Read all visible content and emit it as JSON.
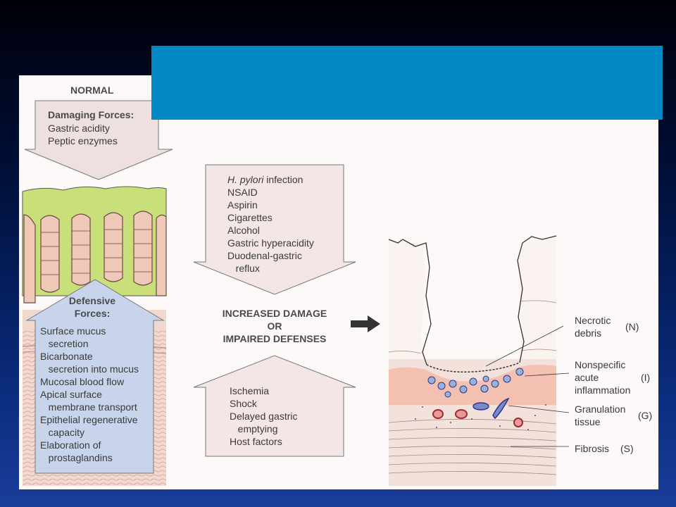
{
  "figure": {
    "normal_label": "NORMAL",
    "damaging": {
      "title": "Damaging Forces:",
      "items": [
        "Gastric acidity",
        "Peptic enzymes"
      ]
    },
    "defensive": {
      "title_line1": "Defensive",
      "title_line2": "Forces:",
      "items": [
        "Surface mucus",
        "   secretion",
        "Bicarbonate",
        "   secretion into mucus",
        "Mucosal blood flow",
        "Apical surface",
        "   membrane transport",
        "Epithelial regenerative",
        "   capacity",
        "Elaboration of",
        "   prostaglandins"
      ]
    },
    "aggressors": {
      "first_italic": "H. pylori",
      "first_rest": " infection",
      "items": [
        "NSAID",
        "Aspirin",
        "Cigarettes",
        "Alcohol",
        "Gastric hyperacidity",
        "Duodenal-gastric",
        "   reflux"
      ]
    },
    "center_label": [
      "INCREASED DAMAGE",
      "OR",
      "IMPAIRED DEFENSES"
    ],
    "host_factors": {
      "items": [
        "Ischemia",
        "Shock",
        "Delayed gastric",
        "   emptying",
        "Host factors"
      ]
    },
    "ulcer_labels": {
      "necrotic": {
        "line1": "Necrotic",
        "line2": "debris",
        "code": "(N)"
      },
      "inflammation": {
        "line1": "Nonspecific",
        "line2": "acute",
        "line3": "inflammation",
        "code": "(I)"
      },
      "granulation": {
        "line1": "Granulation",
        "line2": "tissue",
        "code": "(G)"
      },
      "fibrosis": {
        "line1": "Fibrosis",
        "code": "(S)"
      }
    }
  },
  "colors": {
    "background": "#0a2a7a",
    "title_box": "#0288c4",
    "figure_bg": "#fdf9f8",
    "mucus": "#c9e07a",
    "pink_box": "#f4e6e6",
    "defense_box": "#c8d4ec"
  }
}
